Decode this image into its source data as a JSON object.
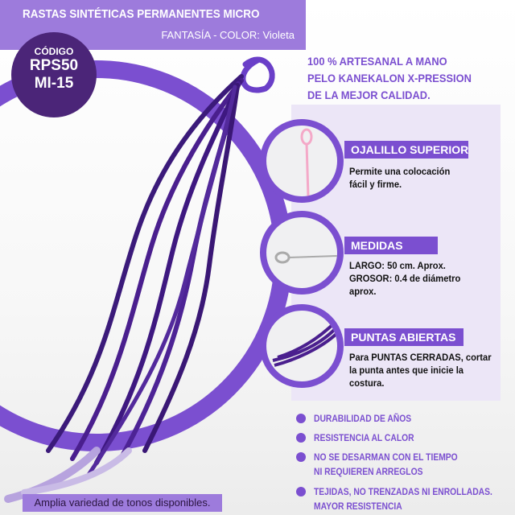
{
  "header": {
    "title": "RASTAS SINTÉTICAS PERMANENTES MICRO",
    "subtitle": "FANTASÍA - COLOR: Violeta"
  },
  "code": {
    "label": "CÓDIGO",
    "line1": "RPS50",
    "line2": "MI-15"
  },
  "tagline": [
    "100 % ARTESANAL A MANO",
    "PELO KANEKALON X-PRESSION",
    "DE LA MEJOR CALIDAD."
  ],
  "features": [
    {
      "title": "OJALILLO SUPERIOR",
      "desc": [
        "Permite una colocación",
        "fácil y firme."
      ]
    },
    {
      "title": "MEDIDAS",
      "desc": [
        "LARGO: 50 cm. Aprox.",
        "GROSOR: 0.4 de diámetro",
        "aprox."
      ]
    },
    {
      "title": "PUNTAS ABIERTAS",
      "desc": [
        "Para PUNTAS CERRADAS, cortar",
        "la punta antes que inicie la",
        "costura."
      ]
    }
  ],
  "bullets": [
    [
      "DURABILIDAD DE AÑOS"
    ],
    [
      "RESISTENCIA AL CALOR"
    ],
    [
      "NO SE DESARMAN CON EL TIEMPO",
      "NI REQUIEREN ARREGLOS"
    ],
    [
      "TEJIDAS, NO TRENZADAS NI ENROLLADAS.",
      "MAYOR RESISTENCIA"
    ]
  ],
  "footer": "Amplia variedad de tonos disponibles.",
  "colors": {
    "accent": "#7b4fd0",
    "header": "#9d7bdc",
    "code_bg": "#4b2578",
    "panel": "#ece6f7"
  }
}
